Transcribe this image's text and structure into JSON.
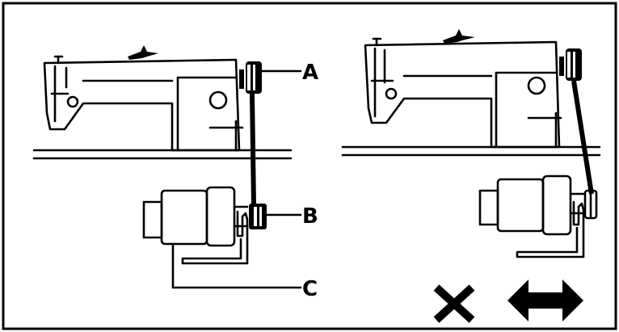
{
  "diagram": {
    "labels": {
      "a": "A",
      "b": "B",
      "c": "C"
    },
    "symbols": {
      "incorrect": "cross-mark-icon",
      "adjust": "double-arrow-icon"
    },
    "colors": {
      "ink": "#000000",
      "paper": "#ffffff"
    }
  }
}
